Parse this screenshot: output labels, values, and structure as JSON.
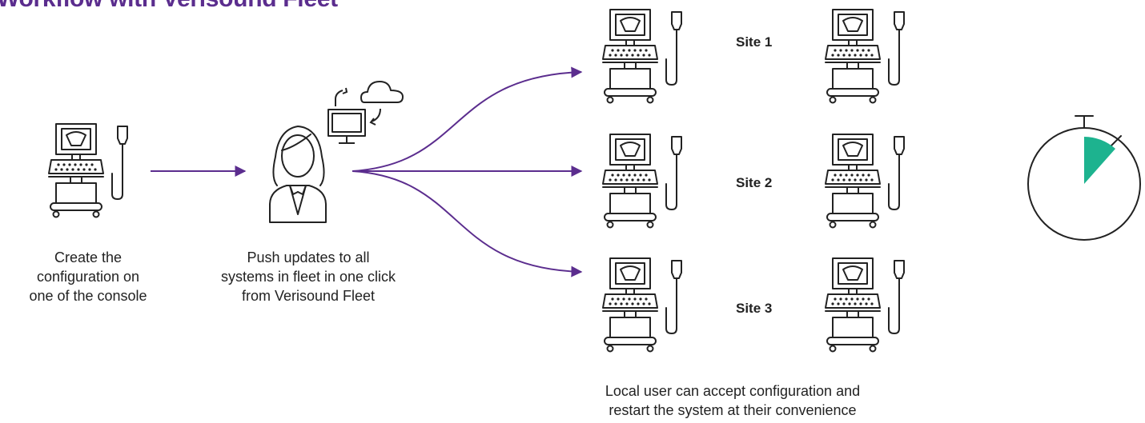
{
  "title": {
    "prefix": "Workflow with ",
    "brand": "Verisound Fleet"
  },
  "steps": [
    {
      "caption": [
        "Create the",
        "configuration on",
        "one of the console"
      ]
    },
    {
      "caption": [
        "Push updates to all",
        "systems in fleet in one click",
        "from Verisound Fleet"
      ]
    }
  ],
  "sites": [
    {
      "label": "Site 1"
    },
    {
      "label": "Site 2"
    },
    {
      "label": "Site 3"
    }
  ],
  "sites_caption": [
    "Local user can accept configuration and",
    "restart the system at their convenience"
  ],
  "icons": {
    "console": "ultrasound-console-icon",
    "admin": "admin-user-icon",
    "monitor": "monitor-icon",
    "cloud": "cloud-icon",
    "timer": "stopwatch-icon"
  },
  "colors": {
    "brand": "#5b2d8e",
    "arrow": "#5b2d8e",
    "line": "#222222",
    "timer_fill": "#1db38f"
  }
}
